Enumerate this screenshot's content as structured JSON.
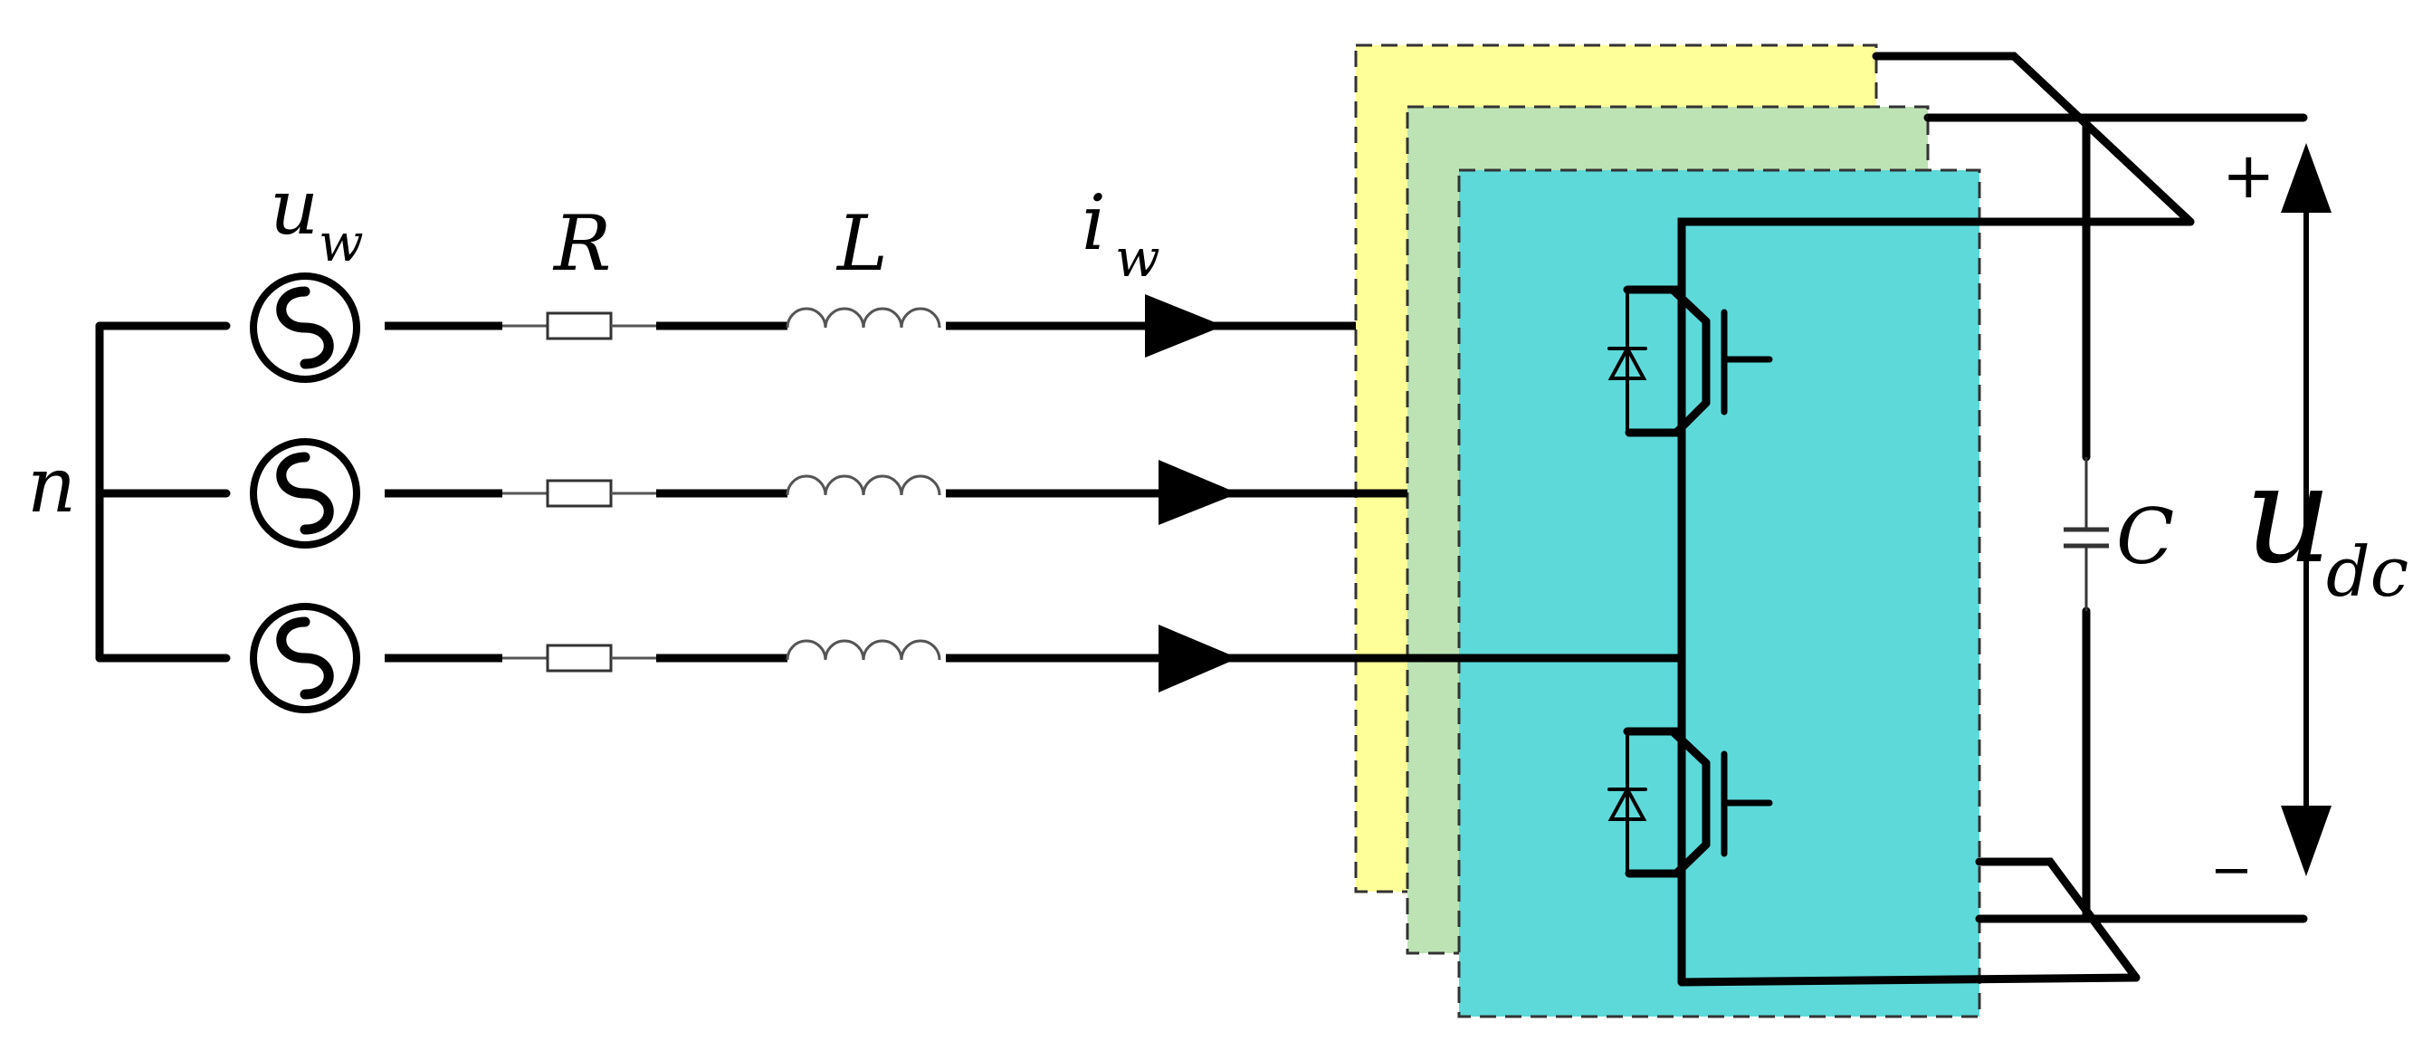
{
  "labels": {
    "source": "u",
    "source_sub": "w",
    "resistor": "R",
    "inductor": "L",
    "current": "i",
    "current_sub": "w",
    "neutral": "n",
    "capacitor": "C",
    "dc_voltage": "u",
    "dc_voltage_sub": "dc",
    "plus": "+",
    "minus": "−"
  },
  "colors": {
    "wire": "#000000",
    "panel_back": "#ffff99",
    "panel_middle": "#bde3b5",
    "panel_front": "#5dd9d9",
    "panel_border": "#333333"
  }
}
